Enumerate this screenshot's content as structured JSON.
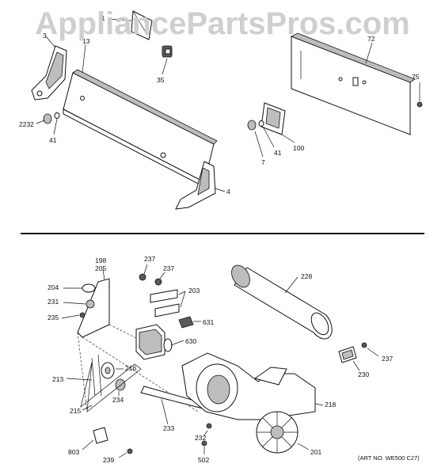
{
  "watermark": "AppliancePartsPros.com",
  "art_number": "(ART NO. WE500 C27)",
  "callouts": {
    "c1": "1",
    "c3": "3",
    "c13": "13",
    "c35": "35",
    "c2232": "2232",
    "c41a": "41",
    "c4": "4",
    "c72": "72",
    "c75": "75",
    "c7": "7",
    "c41b": "41",
    "c100": "100",
    "c198": "198",
    "c205": "205",
    "c204": "204",
    "c231": "231",
    "c235": "235",
    "c237a": "237",
    "c237b": "237",
    "c203": "203",
    "c631": "631",
    "c630": "630",
    "c228": "228",
    "c237c": "237",
    "c230": "230",
    "c213": "213",
    "c216": "216",
    "c234": "234",
    "c215": "215",
    "c233": "233",
    "c218": "218",
    "c232": "232",
    "c803": "803",
    "c239": "239",
    "c502": "502",
    "c201": "201"
  },
  "colors": {
    "line": "#111111",
    "watermark": "#cfcfcf",
    "background": "#ffffff"
  }
}
